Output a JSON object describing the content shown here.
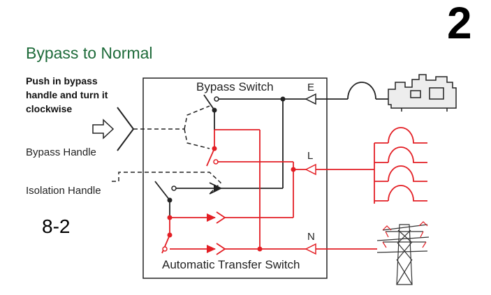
{
  "page_number": "2",
  "title": "Bypass to Normal",
  "instruction": "Push in bypass handle and turn it clockwise",
  "labels": {
    "bypass_handle": "Bypass Handle",
    "isolation_handle": "Isolation Handle",
    "bypass_switch": "Bypass Switch",
    "automatic_transfer_switch": "Automatic Transfer Switch"
  },
  "terminals": {
    "emergency": "E",
    "load": "L",
    "normal": "N"
  },
  "step": "8-2",
  "icons": [
    "generator-icon",
    "load-coils-icon",
    "power-tower-icon",
    "push-arrow-icon"
  ],
  "colors": {
    "title": "#1e6b3a",
    "live_path": "#e31e24",
    "wiring": "#222222"
  }
}
